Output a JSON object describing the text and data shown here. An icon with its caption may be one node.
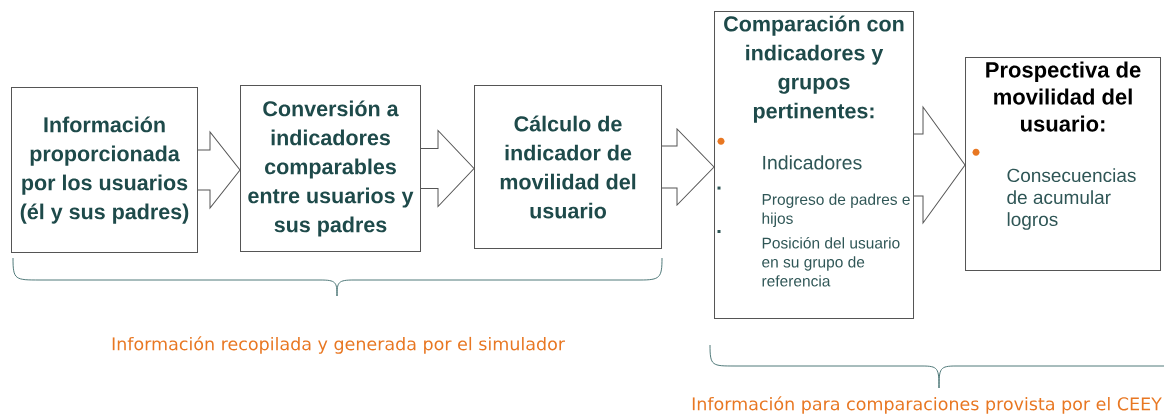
{
  "diagram": {
    "nodes": [
      {
        "text": [
          "Información proporcionada por los usuarios (él y sus padres)"
        ]
      },
      {
        "text": [
          "Conversión a indicadores comparables entre usuarios y sus padres"
        ]
      },
      {
        "text": [
          "Cálculo de indicador de movilidad del usuario"
        ]
      },
      {
        "text": [
          "Comparación con indicadores y grupos pertinentes:",
          "Indicadores",
          "Progreso de padres e hijos",
          "Posición del usuario en su grupo de referencia"
        ]
      },
      {
        "text": [
          "Prospectiva de movilidad del usuario:",
          "Consecuencias de acumular logros"
        ]
      }
    ],
    "edges": [
      {
        "from": 0,
        "to": 1,
        "arrow": "to"
      },
      {
        "from": 1,
        "to": 2,
        "arrow": "to"
      },
      {
        "from": 2,
        "to": 3,
        "arrow": "to"
      },
      {
        "from": 3,
        "to": 4,
        "arrow": "to"
      }
    ],
    "labels": [
      "Información recopilada y generada por el simulador",
      "Información para comparaciones provista por el CEEY"
    ]
  }
}
